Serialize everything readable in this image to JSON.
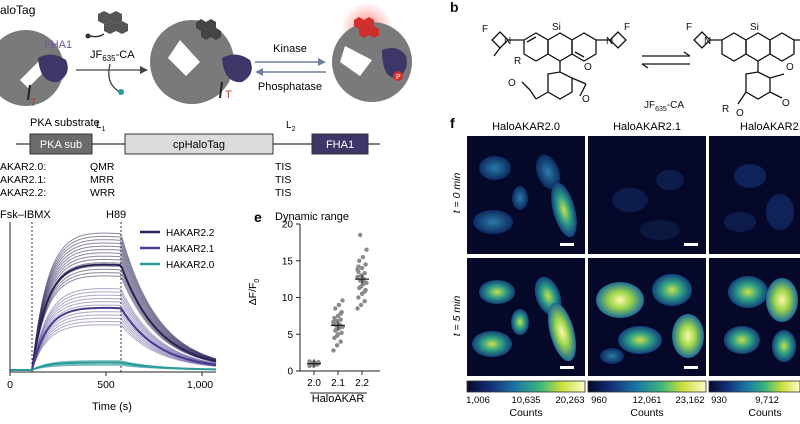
{
  "panel_a": {
    "labels": {
      "halotag": "aloTag",
      "fha1": "FHA1",
      "jf_ca_base": "JF",
      "jf_ca_sub": "635",
      "jf_ca_suffix": "-CA",
      "pka_substrate": "PKA substrate",
      "t_left": "T",
      "t_right": "T",
      "p": "P",
      "kinase": "Kinase",
      "phosphatase": "Phosphatase"
    }
  },
  "panel_b": {
    "letter": "b",
    "jf_base": "JF",
    "jf_sub": "635",
    "jf_suffix": "-CA",
    "atoms": {
      "f1": "F",
      "n1": "N",
      "si1": "Si",
      "r1": "R",
      "o1a": "O",
      "o1b": "O",
      "o1c": "O",
      "f2": "F",
      "n2": "N",
      "si2": "Si",
      "r2": "R",
      "o2a": "O",
      "o2b": "O",
      "o2c": "O"
    }
  },
  "construct": {
    "segments": [
      "PKA sub",
      "cpHaloTag",
      "FHA1"
    ],
    "linkers": [
      "L",
      "L"
    ],
    "linker_subs": [
      "1",
      "2"
    ],
    "rows": [
      {
        "name": "AKAR2.0:",
        "l1": "QMR",
        "l2": "TIS"
      },
      {
        "name": "AKAR2.1:",
        "l1": "MRR",
        "l2": "TIS"
      },
      {
        "name": "AKAR2.2:",
        "l1": "WRR",
        "l2": "TIS"
      }
    ]
  },
  "panel_d": {
    "annotations": [
      "Fsk–IBMX",
      "H89"
    ],
    "xlabel": "Time (s)",
    "xticks": [
      "0",
      "500",
      "1,000"
    ],
    "legend": [
      "HAKAR2.2",
      "HAKAR2.1",
      "HAKAR2.0"
    ],
    "colors": [
      "#2b2255",
      "#4b3b8f",
      "#2a9a9a"
    ]
  },
  "panel_e": {
    "letter": "e",
    "title": "Dynamic range",
    "ylabel_base": "ΔF/F",
    "ylabel_sub": "0",
    "yticks": [
      "0",
      "5",
      "10",
      "15",
      "20"
    ],
    "xticks": [
      "2.0",
      "2.1",
      "2.2"
    ],
    "xlabel": "HaloAKAR"
  },
  "chart_data": {
    "type": "scatter",
    "title": "Dynamic range",
    "categories": [
      "2.0",
      "2.1",
      "2.2"
    ],
    "ylim": [
      0,
      20
    ],
    "means": [
      1.0,
      6.2,
      12.5
    ],
    "points": [
      [
        0.7,
        0.8,
        0.9,
        0.9,
        1.0,
        1.0,
        1.1,
        1.1,
        1.2,
        1.0,
        0.9,
        1.3,
        0.8,
        1.1,
        1.0,
        1.2,
        0.9,
        1.0
      ],
      [
        2.8,
        3.5,
        4.0,
        4.5,
        5.0,
        5.2,
        5.5,
        5.8,
        6.0,
        6.2,
        6.3,
        6.5,
        6.8,
        7.0,
        7.2,
        7.5,
        8.0,
        8.5,
        9.0,
        9.6,
        5.6,
        6.1,
        6.7,
        4.8,
        7.8
      ],
      [
        8.5,
        9.0,
        9.5,
        10.0,
        10.5,
        11.0,
        11.3,
        11.8,
        12.0,
        12.3,
        12.5,
        12.8,
        13.0,
        13.3,
        13.5,
        14.0,
        14.5,
        15.0,
        15.5,
        16.5,
        18.5,
        12.1,
        13.8,
        11.5,
        10.8,
        14.2,
        12.9
      ]
    ]
  },
  "panel_f": {
    "letter": "f",
    "columns": [
      "HaloAKAR2.0",
      "HaloAKAR2.1",
      "HaloAKAR2."
    ],
    "rows": [
      "t = 0 min",
      "t = 5 min"
    ],
    "colorbars": [
      {
        "ticks": [
          "1,006",
          "10,635",
          "20,263"
        ],
        "label": "Counts"
      },
      {
        "ticks": [
          "960",
          "12,061",
          "23,162"
        ],
        "label": "Counts"
      },
      {
        "ticks": [
          "930",
          "9,712",
          ""
        ],
        "label": "Counts"
      }
    ]
  }
}
